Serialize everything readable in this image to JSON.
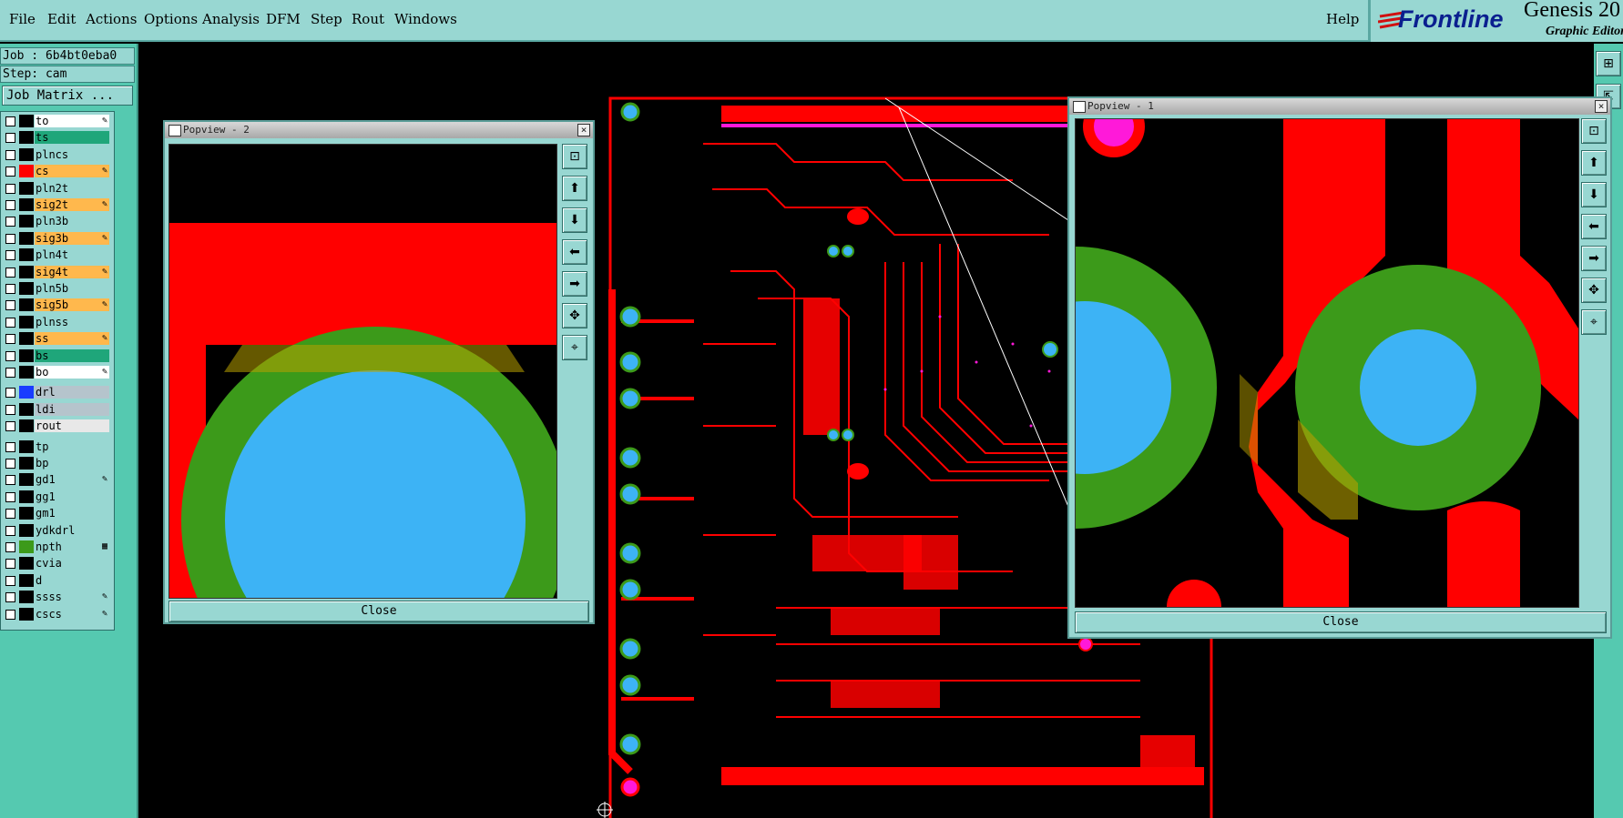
{
  "menubar": {
    "items": [
      {
        "label": "File",
        "key": "F"
      },
      {
        "label": "Edit",
        "key": "E"
      },
      {
        "label": "Actions",
        "key": "A"
      },
      {
        "label": "Options",
        "key": "O"
      },
      {
        "label": "Analysis",
        "key": "A"
      },
      {
        "label": "DFM",
        "key": "D"
      },
      {
        "label": "Step",
        "key": "S"
      },
      {
        "label": "Rout",
        "key": "R"
      },
      {
        "label": "Windows",
        "key": "W"
      }
    ],
    "help": "Help",
    "brand": "Frontline",
    "product": "Genesis 20",
    "subtitle": "Graphic Editor"
  },
  "job": {
    "job_label": "Job : 6b4bt0eba0",
    "step_label": "Step: cam",
    "matrix_button": "Job Matrix ..."
  },
  "layers": [
    {
      "name": "to",
      "color": "#ffffff",
      "swatch": "#000000",
      "mark": "✎"
    },
    {
      "name": "ts",
      "color": "#1fa67a",
      "swatch": "#000000",
      "mark": ""
    },
    {
      "name": "plncs",
      "color": "#98d7d2",
      "swatch": "#000000",
      "mark": ""
    },
    {
      "name": "cs",
      "color": "#ffb84d",
      "swatch": "#ff0000",
      "mark": "✎"
    },
    {
      "name": "pln2t",
      "color": "#98d7d2",
      "swatch": "#000000",
      "mark": ""
    },
    {
      "name": "sig2t",
      "color": "#ffb84d",
      "swatch": "#000000",
      "mark": "✎"
    },
    {
      "name": "pln3b",
      "color": "#98d7d2",
      "swatch": "#000000",
      "mark": ""
    },
    {
      "name": "sig3b",
      "color": "#ffb84d",
      "swatch": "#000000",
      "mark": "✎"
    },
    {
      "name": "pln4t",
      "color": "#98d7d2",
      "swatch": "#000000",
      "mark": ""
    },
    {
      "name": "sig4t",
      "color": "#ffb84d",
      "swatch": "#000000",
      "mark": "✎"
    },
    {
      "name": "pln5b",
      "color": "#98d7d2",
      "swatch": "#000000",
      "mark": ""
    },
    {
      "name": "sig5b",
      "color": "#ffb84d",
      "swatch": "#000000",
      "mark": "✎"
    },
    {
      "name": "plnss",
      "color": "#98d7d2",
      "swatch": "#000000",
      "mark": ""
    },
    {
      "name": "ss",
      "color": "#ffb84d",
      "swatch": "#000000",
      "mark": "✎"
    },
    {
      "name": "bs",
      "color": "#1fa67a",
      "swatch": "#000000",
      "mark": ""
    },
    {
      "name": "bo",
      "color": "#ffffff",
      "swatch": "#000000",
      "mark": "✎"
    },
    {
      "name": "drl",
      "color": "#b5c4cc",
      "swatch": "#1a3cff",
      "mark": ""
    },
    {
      "name": "ldi",
      "color": "#b5c4cc",
      "swatch": "#000000",
      "mark": ""
    },
    {
      "name": "rout",
      "color": "#e8e8e8",
      "swatch": "#000000",
      "mark": ""
    },
    {
      "name": "tp",
      "color": "#98d7d2",
      "swatch": "#000000",
      "mark": ""
    },
    {
      "name": "bp",
      "color": "#98d7d2",
      "swatch": "#000000",
      "mark": ""
    },
    {
      "name": "gd1",
      "color": "#98d7d2",
      "swatch": "#000000",
      "mark": "✎"
    },
    {
      "name": "gg1",
      "color": "#98d7d2",
      "swatch": "#000000",
      "mark": ""
    },
    {
      "name": "gm1",
      "color": "#98d7d2",
      "swatch": "#000000",
      "mark": ""
    },
    {
      "name": "ydkdrl",
      "color": "#98d7d2",
      "swatch": "#000000",
      "mark": ""
    },
    {
      "name": "npth",
      "color": "#98d7d2",
      "swatch": "#3c9a1a",
      "mark": "▦"
    },
    {
      "name": "cvia",
      "color": "#98d7d2",
      "swatch": "#000000",
      "mark": ""
    },
    {
      "name": "d",
      "color": "#98d7d2",
      "swatch": "#000000",
      "mark": ""
    },
    {
      "name": "ssss",
      "color": "#98d7d2",
      "swatch": "#000000",
      "mark": "✎"
    },
    {
      "name": "cscs",
      "color": "#98d7d2",
      "swatch": "#000000",
      "mark": "✎"
    }
  ],
  "popview2": {
    "title": "Popview - 2",
    "close_label": "Close"
  },
  "popview1": {
    "title": "Popview - 1",
    "close_label": "Close"
  },
  "colors": {
    "copper": "#ff0000",
    "pad_ring": "#3c9a1a",
    "drill": "#3db3f5",
    "via_pad": "#ff19d9",
    "panel": "#98d7d2"
  }
}
